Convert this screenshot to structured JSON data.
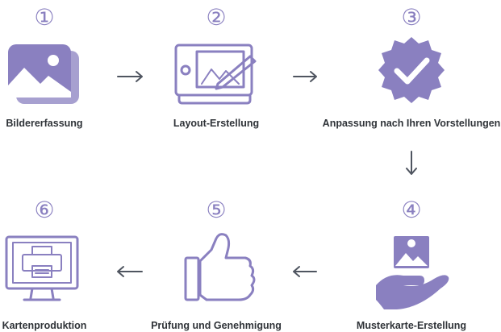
{
  "colors": {
    "accent": "#8a80c0",
    "text": "#2f3338",
    "arrow": "#4f5560"
  },
  "steps": [
    {
      "number": "①",
      "label": "Bildererfassung",
      "icon": "image-gallery-icon"
    },
    {
      "number": "②",
      "label": "Layout-Erstellung",
      "icon": "drawing-tablet-icon"
    },
    {
      "number": "③",
      "label": "Anpassung nach Ihren Vorstellungen",
      "icon": "verified-badge-icon"
    },
    {
      "number": "④",
      "label": "Musterkarte-Erstellung",
      "icon": "hand-with-image-icon"
    },
    {
      "number": "⑤",
      "label": "Prüfung und Genehmigung",
      "icon": "thumbs-up-icon"
    },
    {
      "number": "⑥",
      "label": "Kartenproduktion",
      "icon": "printer-monitor-icon"
    }
  ]
}
